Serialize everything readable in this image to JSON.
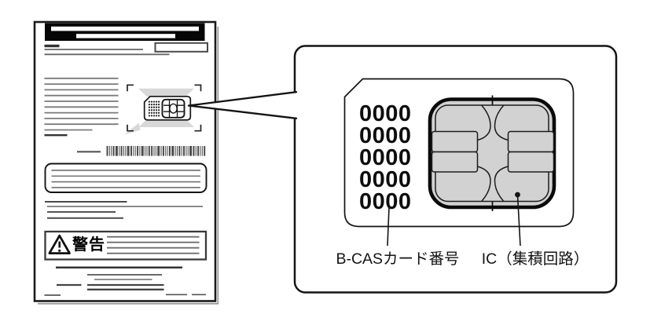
{
  "document": {
    "warning": {
      "label": "警告",
      "icon": "warning-triangle-icon"
    }
  },
  "callout": {
    "card": {
      "number_rows": [
        "0000",
        "0000",
        "0000",
        "0000",
        "0000"
      ]
    },
    "labels": {
      "card_number": "B-CASカード番号",
      "ic": "IC（集積回路）"
    }
  },
  "colors": {
    "ink": "#141414",
    "chip_fill": "#d2d2d2",
    "highlight_fill": "#d8d8d8",
    "placeholder_line": "#7a7a7a",
    "placeholder_dark": "#3c3c3c",
    "barcode": "#4a4a4a"
  }
}
